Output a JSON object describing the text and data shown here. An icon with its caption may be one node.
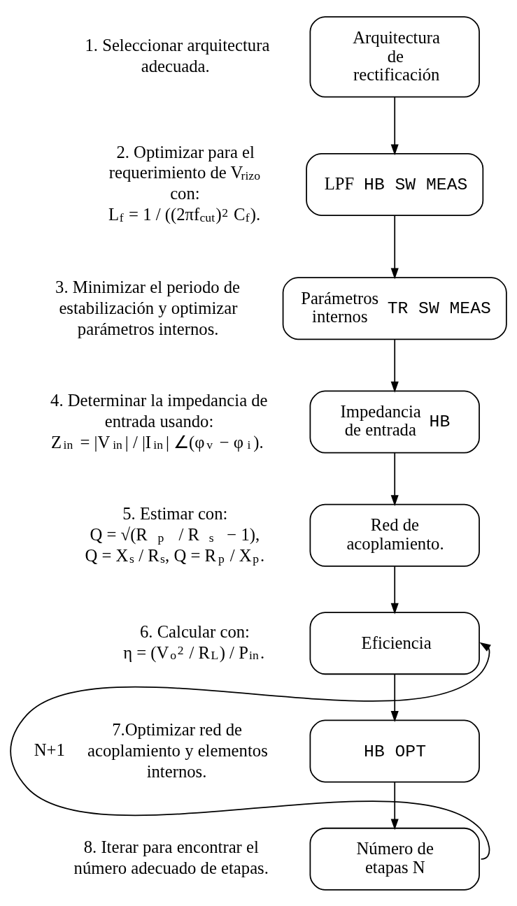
{
  "diagram": {
    "nodes": [
      {
        "text": [
          "Arquitectura de rectificación"
        ],
        "beside": [
          "1. Seleccionar arquitectura adecuada."
        ]
      },
      {
        "text": [
          "LPF",
          "HB SW MEAS"
        ],
        "beside": [
          "2. Optimizar para el requerimiento de V$_{rizo}$ con:",
          "L$_{f}$ = 1 / ((2πf$_{cut}$)$^{2}$ C$_{f}$)."
        ]
      },
      {
        "text": [
          "Parámetros internos",
          "TR SW MEAS"
        ],
        "beside": [
          "3. Minimizar el periodo de estabilización y optimizar parámetros internos."
        ]
      },
      {
        "text": [
          "Impedancia de entrada",
          "HB"
        ],
        "beside": [
          "4. Determinar la impedancia de entrada usando:",
          "Z$_{in}$ = |V$_{in}$| / |I$_{in}$| ∠(φ$_{v}$ − φ$_{i}$)."
        ]
      },
      {
        "text": [
          "Red de acoplamiento."
        ],
        "beside": [
          "5. Estimar con:",
          "Q = √(R$_{p}$ / R$_{s}$ − 1),",
          "Q = X$_{s}$ / R$_{s}$, Q = R$_{p}$ / X$_{p}$."
        ]
      },
      {
        "text": [
          "Eficiencia"
        ],
        "beside": [
          "6. Calcular con:",
          "η = (V$_{o}$$^{2}$ / R$_{L}$) / P$_{in}$."
        ]
      },
      {
        "text": [
          "HB OPT"
        ],
        "beside": [
          "7.Optimizar red de acoplamiento y elementos internos."
        ]
      },
      {
        "text": [
          "Número de etapas N"
        ],
        "beside": [
          "8. Iterar para encontrar el número adecuado de etapas."
        ]
      }
    ],
    "edges": [
      {
        "from": 0,
        "to": 1,
        "arrow": "to"
      },
      {
        "from": 1,
        "to": 2,
        "arrow": "to"
      },
      {
        "from": 2,
        "to": 3,
        "arrow": "to"
      },
      {
        "from": 3,
        "to": 4,
        "arrow": "to"
      },
      {
        "from": 4,
        "to": 5,
        "arrow": "to"
      },
      {
        "from": 5,
        "to": 6,
        "arrow": "to"
      },
      {
        "from": 6,
        "to": 7,
        "arrow": "to"
      },
      {
        "from": 7,
        "to": 5,
        "arrow": "to",
        "label": "N+1"
      }
    ]
  }
}
